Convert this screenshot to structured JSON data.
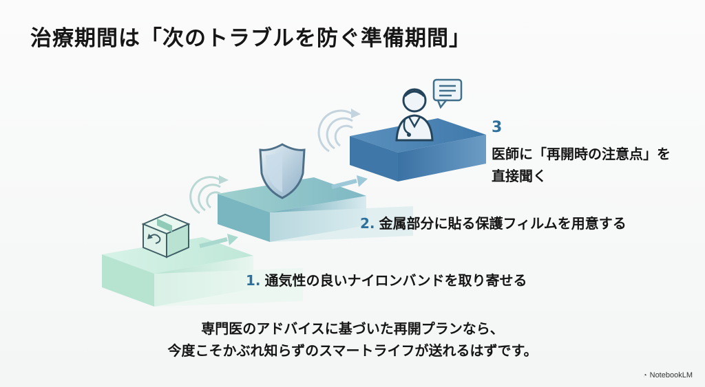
{
  "title": "治療期間は「次のトラブルを防ぐ準備期間」",
  "steps": [
    {
      "number": "1.",
      "label": "通気性の良いナイロンバンドを取り寄せる",
      "icon": "box-return-icon"
    },
    {
      "number": "2.",
      "label": "金属部分に貼る保護フィルムを用意する",
      "icon": "shield-icon"
    },
    {
      "number": "3",
      "label_line1": "医師に「再開時の注意点」を",
      "label_line2": "直接聞く",
      "icon": "doctor-icon"
    }
  ],
  "conclusion": {
    "line1": "専門医のアドバイスに基づいた再開プランなら、",
    "line2": "今度こそかぶれ知らずのスマートライフが送れるはずです。"
  },
  "brand": "NotebookLM",
  "colors": {
    "step1_top": "#cdeee0",
    "step2_top": "#8fc6c9",
    "step3_top": "#4f88b8",
    "accent_number": "#2f6f9b"
  }
}
